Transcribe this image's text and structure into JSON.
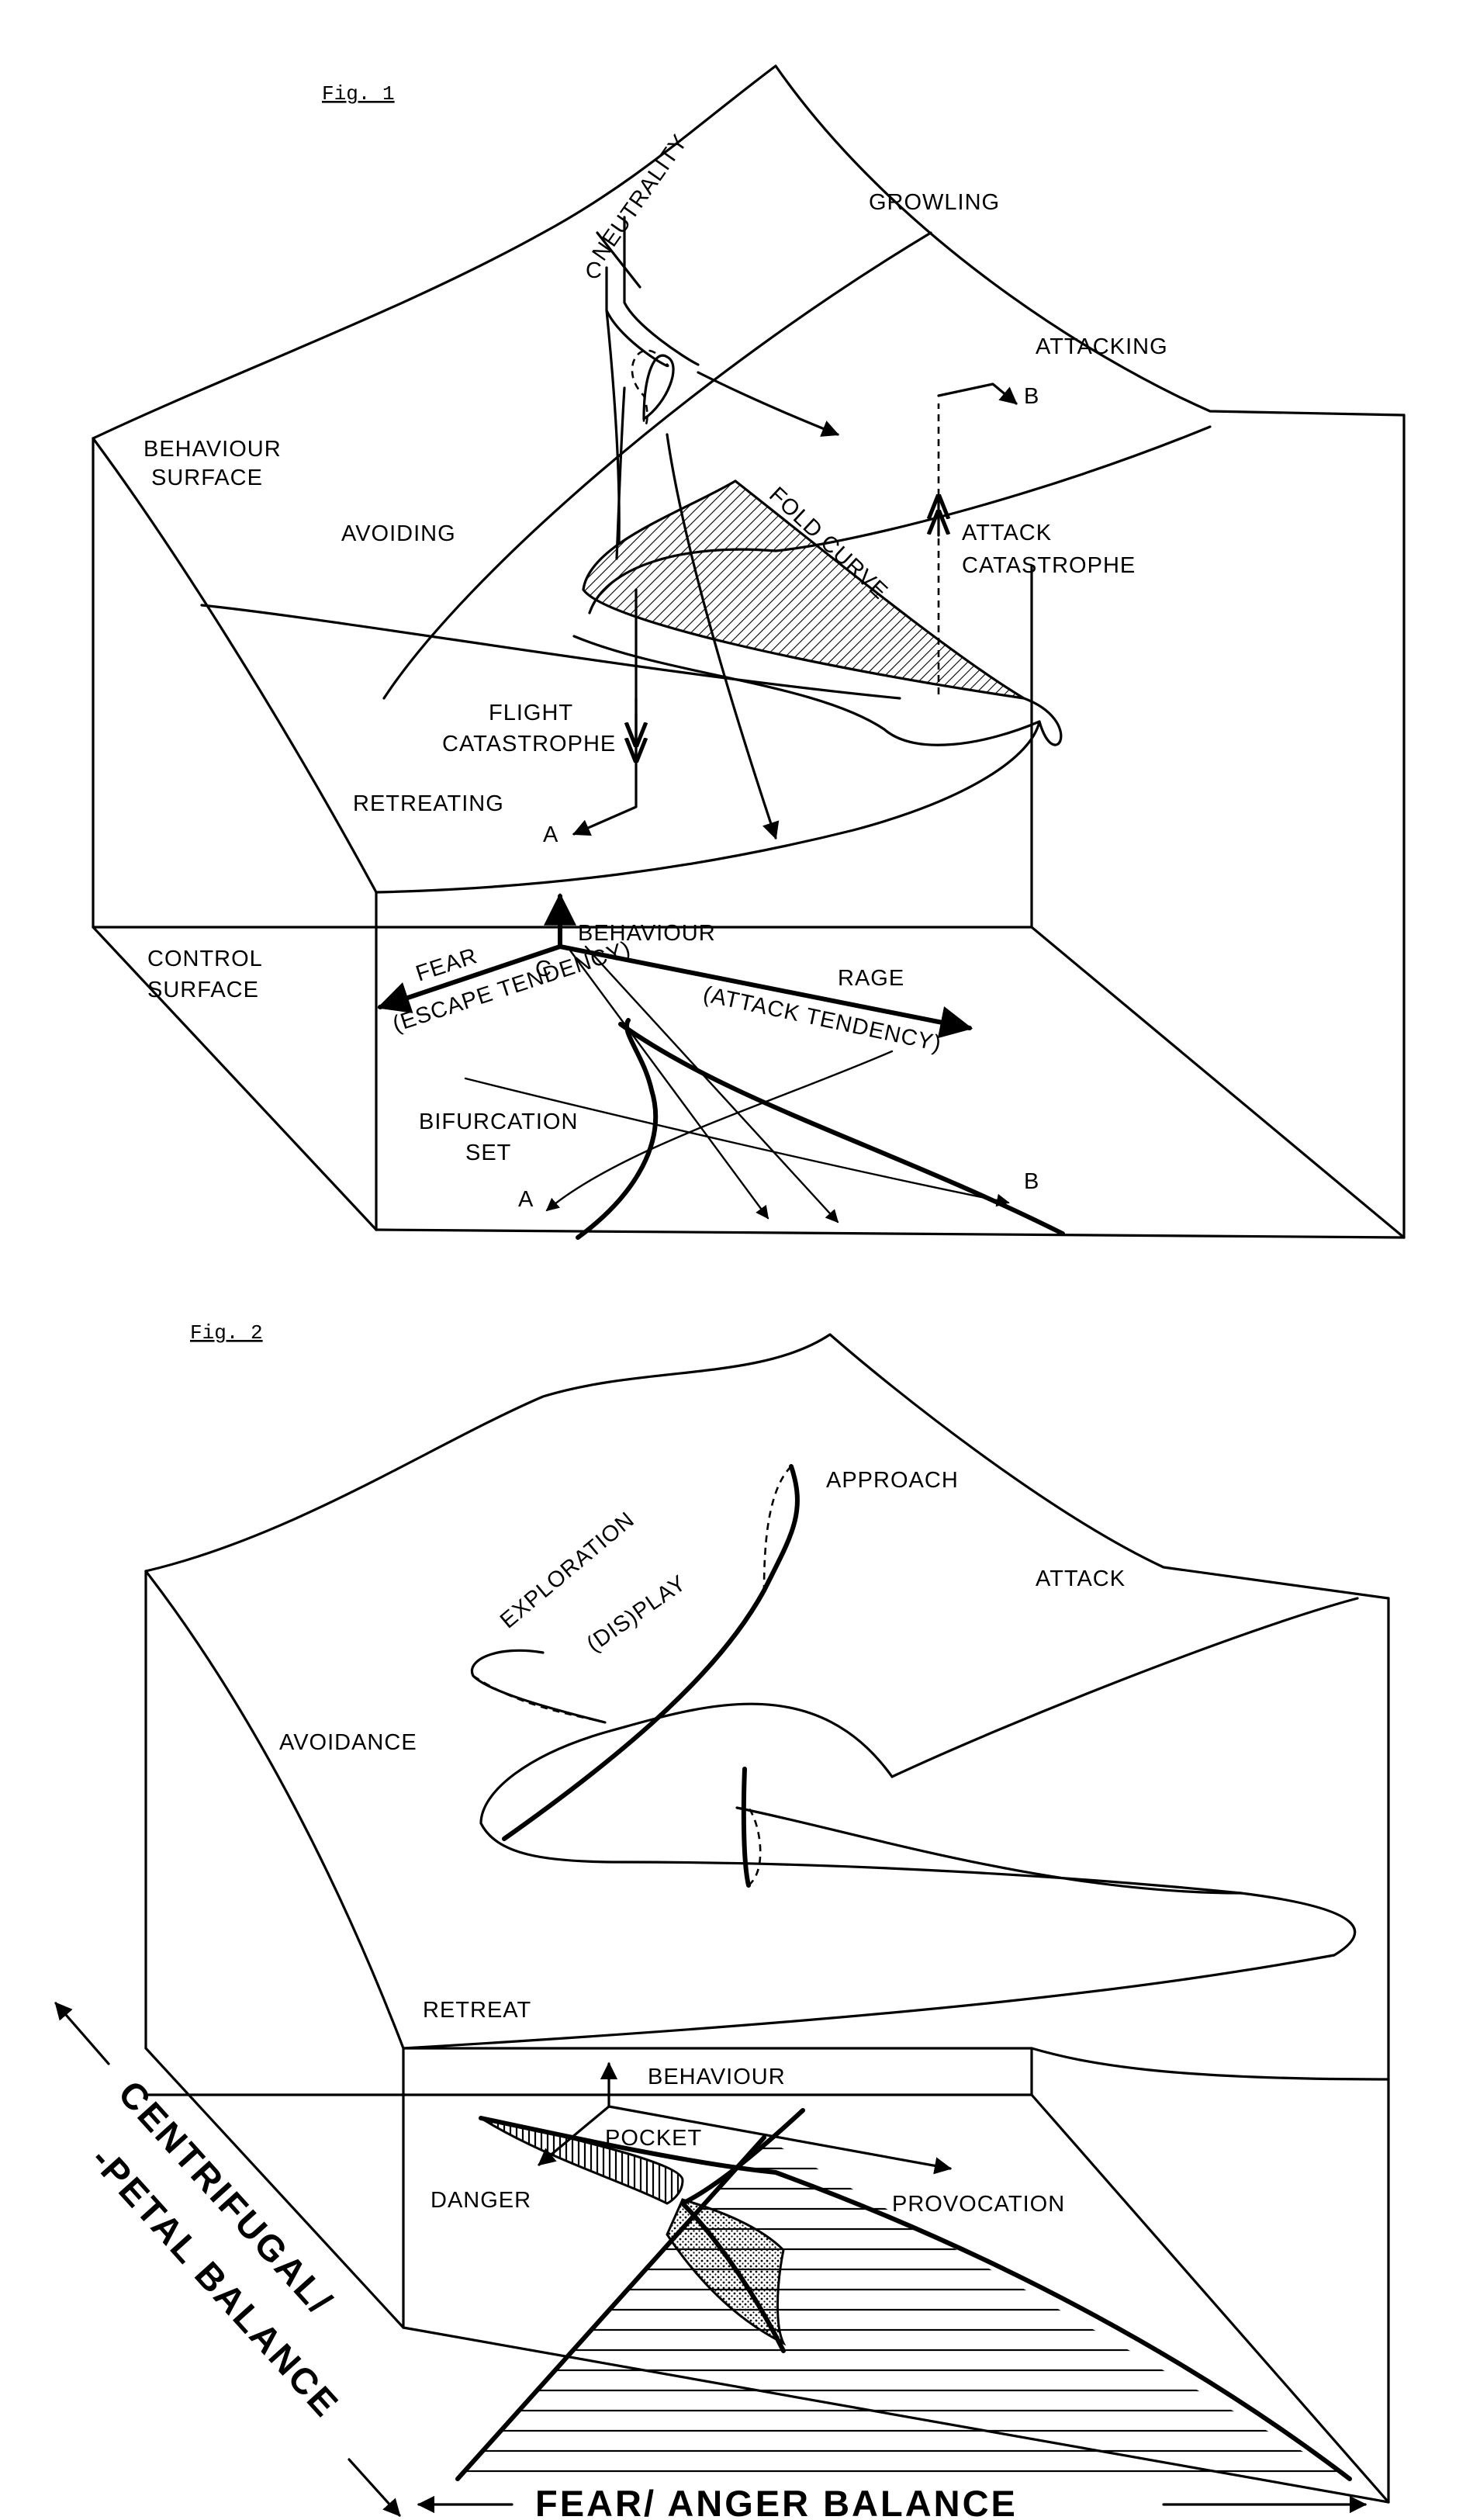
{
  "fig1": {
    "caption": "Fig. 1",
    "labels": {
      "neutrality": "NEUTRALITY",
      "c_top": "C",
      "growling": "GROWLING",
      "attacking": "ATTACKING",
      "b_top": "B",
      "behaviour_surface_1": "BEHAVIOUR",
      "behaviour_surface_2": "SURFACE",
      "avoiding": "AVOIDING",
      "fold_curve": "FOLD CURVE",
      "attack_cat_1": "ATTACK",
      "attack_cat_2": "CATASTROPHE",
      "flight_cat_1": "FLIGHT",
      "flight_cat_2": "CATASTROPHE",
      "retreating": "RETREATING",
      "a_top": "A",
      "behaviour_axis": "BEHAVIOUR",
      "control_surface_1": "CONTROL",
      "control_surface_2": "SURFACE",
      "fear": "FEAR",
      "c_bottom": "C",
      "rage": "RAGE",
      "escape_tendency": "(ESCAPE TENDENCY)",
      "attack_tendency": "(ATTACK TENDENCY)",
      "bifurcation_1": "BIFURCATION",
      "bifurcation_2": "SET",
      "a_bottom": "A",
      "b_bottom": "B"
    }
  },
  "fig2": {
    "caption": "Fig. 2",
    "labels": {
      "exploration": "EXPLORATION",
      "approach": "APPROACH",
      "display": "(DIS)PLAY",
      "attack": "ATTACK",
      "avoidance": "AVOIDANCE",
      "retreat": "RETREAT",
      "behaviour_axis": "BEHAVIOUR",
      "pocket": "POCKET",
      "danger": "DANGER",
      "provocation": "PROVOCATION",
      "centrifugal_1": "CENTRIFUGAL/",
      "centrifugal_2": "-PETAL BALANCE",
      "fear_anger_balance": "FEAR/ ANGER BALANCE"
    }
  }
}
